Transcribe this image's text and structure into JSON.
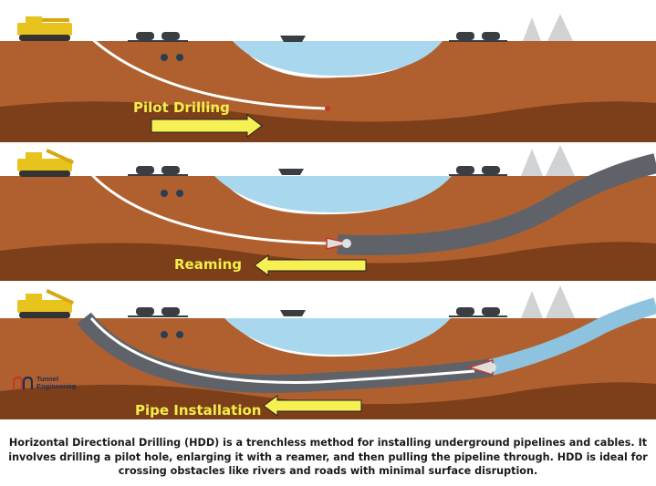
{
  "stages": [
    {
      "label": "Pilot Drilling",
      "arrow_direction": "right"
    },
    {
      "label": "Reaming",
      "arrow_direction": "left"
    },
    {
      "label": "Pipe Installation",
      "arrow_direction": "left"
    }
  ],
  "brand": {
    "line1": "Tunnel",
    "line2": "Engineering"
  },
  "caption": "Horizontal Directional Drilling (HDD) is a trenchless method for installing underground pipelines and cables. It involves drilling a pilot hole, enlarging it with a reamer, and then pulling the pipeline through. HDD is ideal for crossing obstacles like rivers and roads with minimal surface disruption.",
  "colors": {
    "sky": "#ffffff",
    "soil_light": "#b0602e",
    "soil_dark": "#7d3f1a",
    "water": "#a9d8ee",
    "drill_rig": "#e8c31e",
    "pipe": "#5f6369",
    "pipe_new": "#8ec3df",
    "arrow_fill": "#f6f055",
    "label_text": "#f2ee4a",
    "tree": "#d0d2d4"
  }
}
